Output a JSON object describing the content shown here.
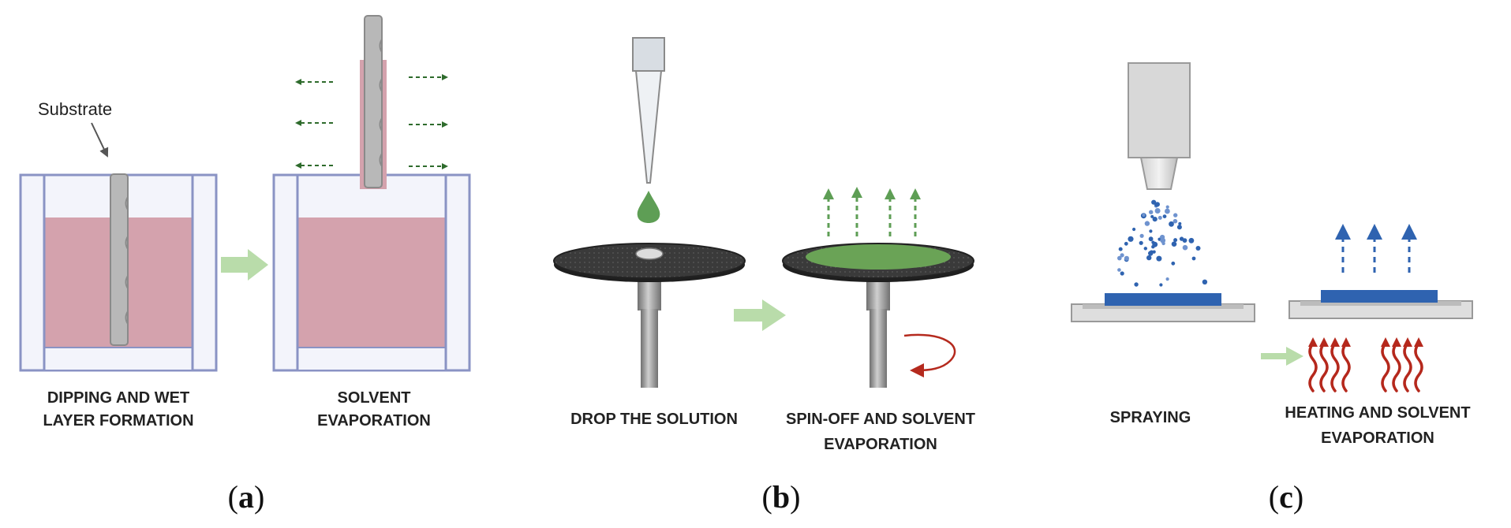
{
  "colors": {
    "solution_pink": "#d4a2ad",
    "tank_outline": "#8a93c4",
    "tank_fill": "#f3f4fb",
    "substrate_grey": "#b8b8b8",
    "dark_green_arrow": "#2e6b2c",
    "green_drop": "#5e9e55",
    "green_film": "#6aa356",
    "light_green_arrow": "#b9dcaa",
    "disk_dark": "#333333",
    "red_rotation": "#b52a1e",
    "blue_spray": "#2f63b0",
    "heat_red": "#b5281c"
  },
  "panel_a": {
    "substrate_label": "Substrate",
    "step1_caption": [
      "DIPPING AND WET",
      "LAYER FORMATION"
    ],
    "step2_caption": [
      "SOLVENT",
      "EVAPORATION"
    ],
    "panel_letter": "a"
  },
  "panel_b": {
    "step1_caption": [
      "DROP THE SOLUTION"
    ],
    "step2_caption": [
      "SPIN-OFF AND SOLVENT",
      "EVAPORATION"
    ],
    "panel_letter": "b"
  },
  "panel_c": {
    "step1_caption": [
      "SPRAYING"
    ],
    "step2_caption": [
      "HEATING AND SOLVENT",
      "EVAPORATION"
    ],
    "panel_letter": "c"
  }
}
